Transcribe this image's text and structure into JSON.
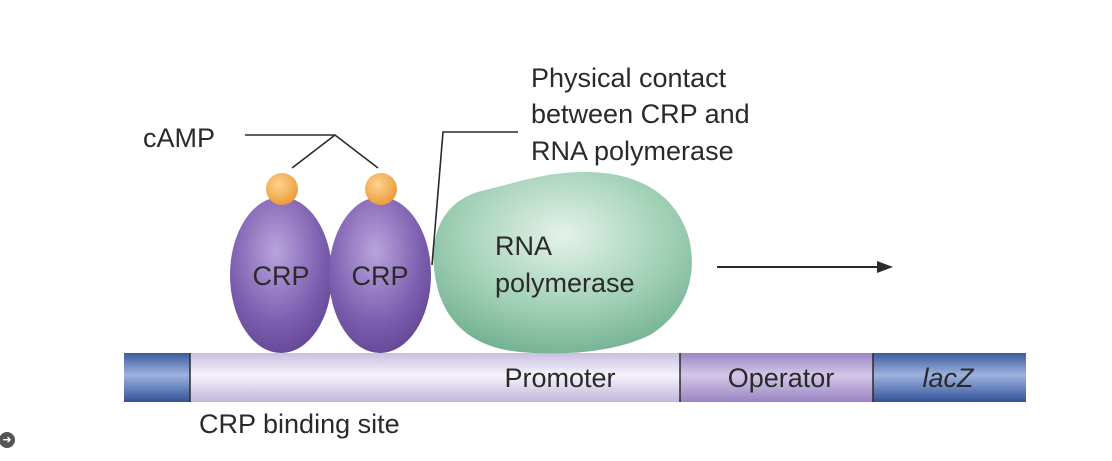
{
  "labels": {
    "camp": "cAMP",
    "contact_line1": "Physical contact",
    "contact_line2": "between CRP and",
    "contact_line3": "RNA polymerase",
    "crp_left": "CRP",
    "crp_right": "CRP",
    "rnap_line1": "RNA",
    "rnap_line2": "polymerase",
    "promoter": "Promoter",
    "operator": "Operator",
    "lacz": "lacZ",
    "crp_site": "CRP binding site"
  },
  "icons": {
    "nav": "arrow-right-icon",
    "nav_glyph": "➜"
  },
  "colors": {
    "crp_purple": "#6f4fa0",
    "camp_orange": "#f2a94c",
    "rnap_green": "#8ec4a8",
    "dna_lavender": "#e9e4f3",
    "dna_blue": "#4d6aad",
    "operator_purple": "#b7a5d4",
    "text": "#2a2a2a"
  }
}
